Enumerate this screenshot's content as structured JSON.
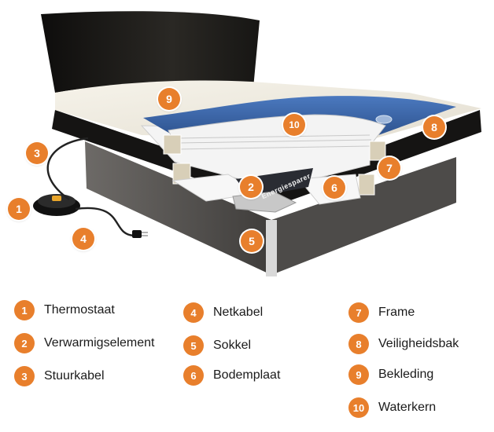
{
  "markers": [
    "1",
    "2",
    "3",
    "4",
    "5",
    "6",
    "7",
    "8",
    "9",
    "10"
  ],
  "device_text": "Energiesparer",
  "legend": [
    {
      "num": "1",
      "label": "Thermostaat"
    },
    {
      "num": "2",
      "label": "Verwarmigselement"
    },
    {
      "num": "3",
      "label": "Stuurkabel"
    },
    {
      "num": "4",
      "label": "Netkabel"
    },
    {
      "num": "5",
      "label": "Sokkel"
    },
    {
      "num": "6",
      "label": "Bodemplaat"
    },
    {
      "num": "7",
      "label": "Frame"
    },
    {
      "num": "8",
      "label": "Veiligheidsbak"
    },
    {
      "num": "9",
      "label": "Bekleding"
    },
    {
      "num": "10",
      "label": "Waterkern"
    }
  ],
  "colors": {
    "accent": "#e87f2c",
    "headboard": "#1f1d1a",
    "water": "#3a64a6",
    "cover": "#f1ede3"
  }
}
